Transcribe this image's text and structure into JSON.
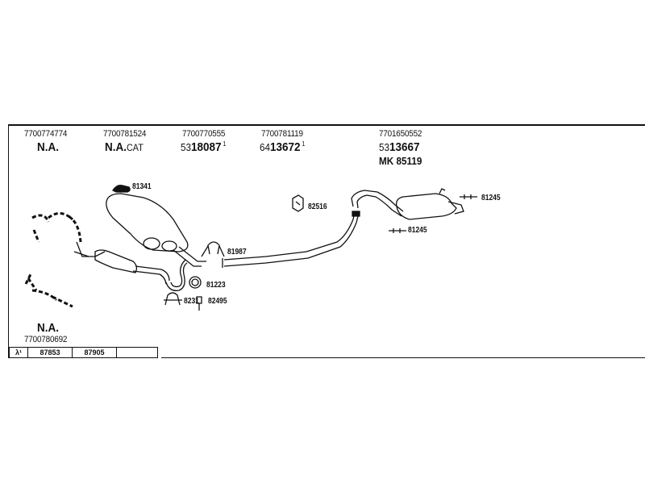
{
  "header_parts": [
    {
      "number": "7700774774",
      "code": "N.A."
    },
    {
      "number": "7700781524",
      "code": "N.A.",
      "code_suffix": "CAT"
    },
    {
      "number": "7700770555",
      "code_prefix": "53",
      "code": "18087",
      "mark": "1"
    },
    {
      "number": "7700781119",
      "code_prefix": "64",
      "code": "13672",
      "mark": "1"
    },
    {
      "number": "7701650552",
      "code_prefix": "53",
      "code": "13667",
      "extra": "MK 85119"
    }
  ],
  "callouts": {
    "c81341": "81341",
    "c81987": "81987",
    "c81223": "81223",
    "c82310": "8231",
    "c82495": "82495",
    "c82516": "82516",
    "c81245a": "81245",
    "c81245b": "81245"
  },
  "front_part": {
    "code": "N.A.",
    "number": "7700780692"
  },
  "legend": {
    "symbol": "λ¹",
    "cells": [
      "87853",
      "87905",
      ""
    ]
  }
}
